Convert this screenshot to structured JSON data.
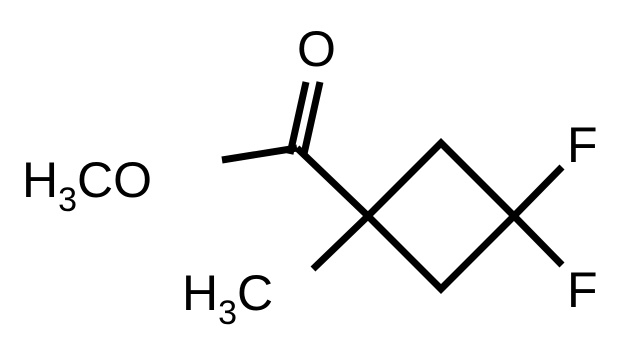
{
  "molecule": {
    "methoxy_label": {
      "main": "H",
      "subscript": "3",
      "rest": "CO"
    },
    "carbonyl_oxygen": "O",
    "methyl_label": {
      "main": "H",
      "subscript": "3",
      "rest": "C"
    },
    "fluorine_top": "F",
    "fluorine_bottom": "F"
  },
  "colors": {
    "ink": "#000000",
    "background": "#ffffff"
  }
}
